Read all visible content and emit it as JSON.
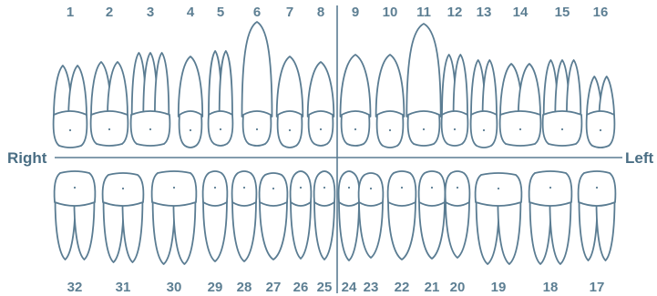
{
  "labels": {
    "right": "Right",
    "left": "Left"
  },
  "upper_teeth": [
    "1",
    "2",
    "3",
    "4",
    "5",
    "6",
    "7",
    "8",
    "9",
    "10",
    "11",
    "12",
    "13",
    "14",
    "15",
    "16"
  ],
  "lower_teeth": [
    "32",
    "31",
    "30",
    "29",
    "28",
    "27",
    "26",
    "25",
    "24",
    "23",
    "22",
    "21",
    "20",
    "19",
    "18",
    "17"
  ],
  "colors": {
    "outline": "#5a7c92",
    "number": "#5d7f93"
  }
}
